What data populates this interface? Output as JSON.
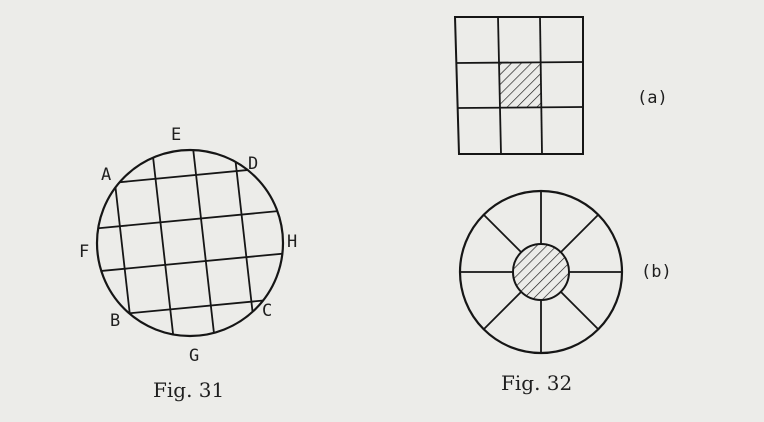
{
  "figures": {
    "fig31": {
      "caption": "Fig. 31",
      "point_labels": {
        "A": "A",
        "B": "B",
        "C": "C",
        "D": "D",
        "E": "E",
        "F": "F",
        "G": "G",
        "H": "H"
      }
    },
    "fig32": {
      "caption": "Fig. 32",
      "part_a_label": "(a)",
      "part_b_label": "(b)"
    }
  },
  "colors": {
    "background": "#ecece9",
    "ink": "#161616"
  }
}
